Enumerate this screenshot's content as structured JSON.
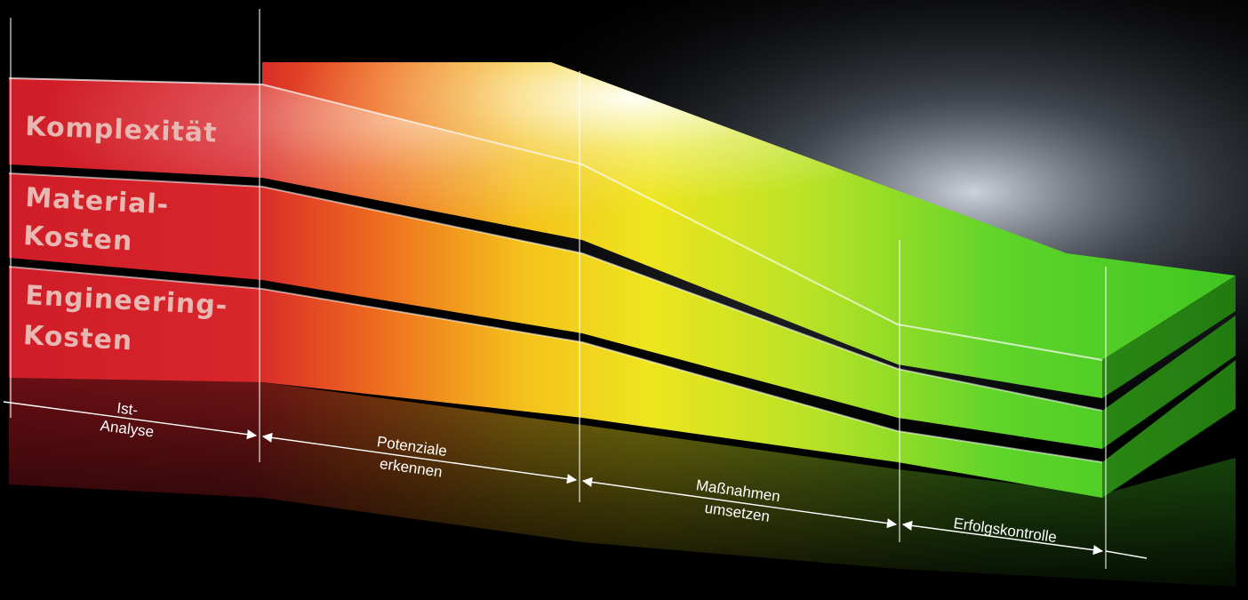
{
  "bands": [
    {
      "id": "komplexitaet",
      "lines": [
        "Komplexität"
      ]
    },
    {
      "id": "material",
      "lines": [
        "Material-",
        "Kosten"
      ]
    },
    {
      "id": "engineering",
      "lines": [
        "Engineering-",
        "Kosten"
      ]
    }
  ],
  "phases": [
    {
      "id": "ist-analyse",
      "lines": [
        "Ist-",
        "Analyse"
      ]
    },
    {
      "id": "potenziale",
      "lines": [
        "Potenziale",
        "erkennen"
      ]
    },
    {
      "id": "massnahmen",
      "lines": [
        "Maßnahmen",
        "umsetzen"
      ]
    },
    {
      "id": "erfolgskontrolle",
      "lines": [
        "Erfolgskontrolle"
      ]
    }
  ],
  "colors": {
    "red": "#d21e2a",
    "orange": "#f07a1a",
    "yellow": "#f3e21c",
    "green": "#4fd12a",
    "background": "#000000"
  }
}
